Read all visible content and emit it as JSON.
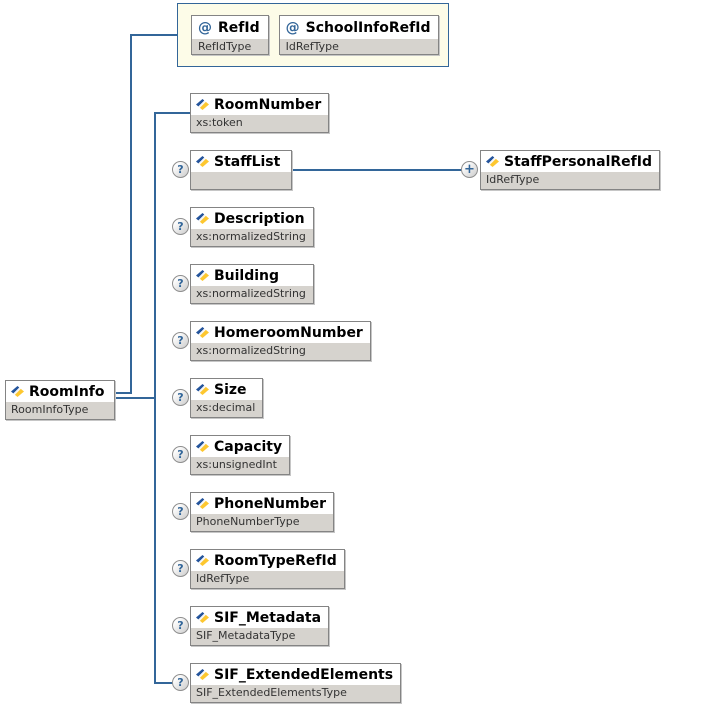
{
  "diagram": {
    "root": {
      "name": "RoomInfo",
      "type": "RoomInfoType"
    },
    "markers": {
      "optional": "?",
      "repeat": "+",
      "attribute": "@"
    },
    "attributes": [
      {
        "name": "RefId",
        "type": "RefIdType"
      },
      {
        "name": "SchoolInfoRefId",
        "type": "IdRefType"
      }
    ],
    "children": [
      {
        "name": "RoomNumber",
        "type": "xs:token"
      },
      {
        "name": "StaffList",
        "type": ""
      },
      {
        "name": "Description",
        "type": "xs:normalizedString"
      },
      {
        "name": "Building",
        "type": "xs:normalizedString"
      },
      {
        "name": "HomeroomNumber",
        "type": "xs:normalizedString"
      },
      {
        "name": "Size",
        "type": "xs:decimal"
      },
      {
        "name": "Capacity",
        "type": "xs:unsignedInt"
      },
      {
        "name": "PhoneNumber",
        "type": "PhoneNumberType"
      },
      {
        "name": "RoomTypeRefId",
        "type": "IdRefType"
      },
      {
        "name": "SIF_Metadata",
        "type": "SIF_MetadataType"
      },
      {
        "name": "SIF_ExtendedElements",
        "type": "SIF_ExtendedElementsType"
      }
    ],
    "staff_child": {
      "name": "StaffPersonalRefId",
      "type": "IdRefType"
    },
    "colors": {
      "connector": "#336699",
      "type_section_bg": "#d6d3ce",
      "attr_group_bg": "#fdfce8",
      "attr_group_border": "#336699",
      "marker_blue": "#336699"
    }
  }
}
